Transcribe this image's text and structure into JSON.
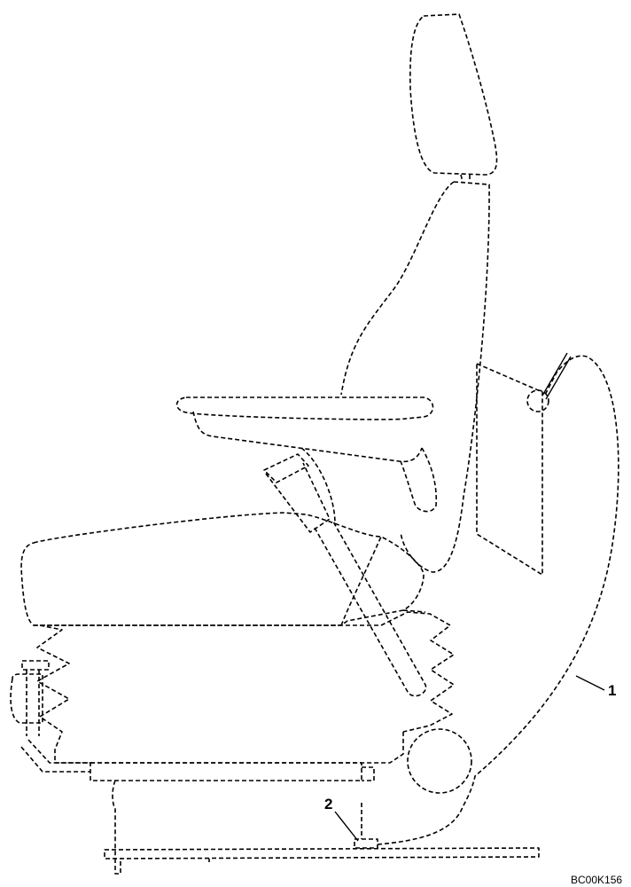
{
  "callouts": {
    "item1": "1",
    "item2": "2"
  },
  "figure_code": "BC00K156",
  "colors": {
    "line": "#000000",
    "background": "#ffffff"
  }
}
